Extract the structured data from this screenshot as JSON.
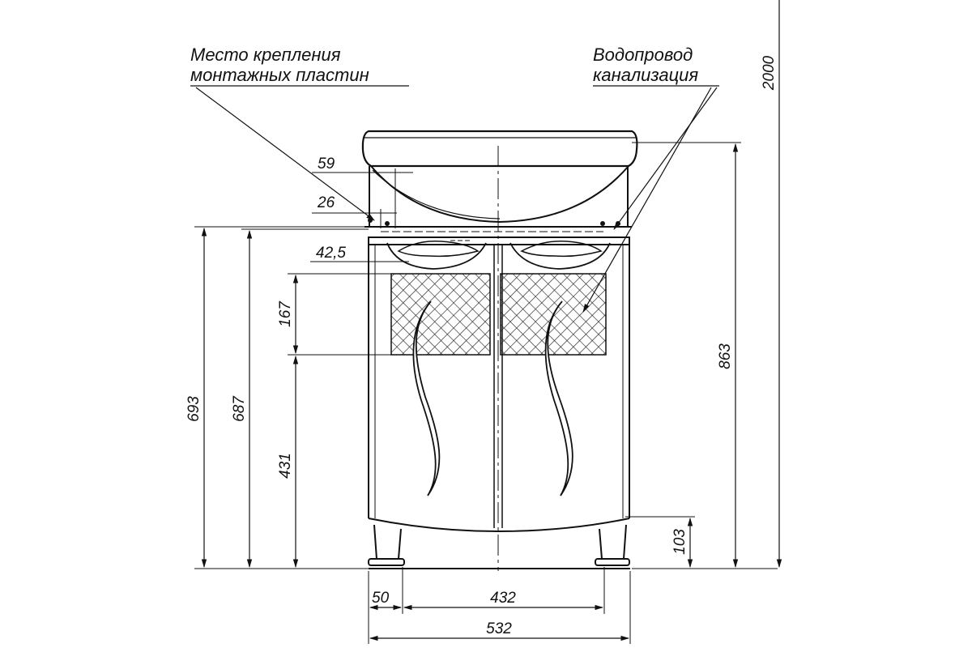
{
  "callouts": {
    "mounting": [
      "Место крепления",
      "монтажных пластин"
    ],
    "plumbing": [
      "Водопровод",
      "канализация"
    ]
  },
  "dimensions": {
    "d59": "59",
    "d26": "26",
    "d42_5": "42,5",
    "d167": "167",
    "d431": "431",
    "d693": "693",
    "d687": "687",
    "d863": "863",
    "d2000": "2000",
    "d103": "103",
    "d50": "50",
    "d432": "432",
    "d532": "532"
  },
  "colors": {
    "line": "#111111",
    "background": "#ffffff"
  }
}
